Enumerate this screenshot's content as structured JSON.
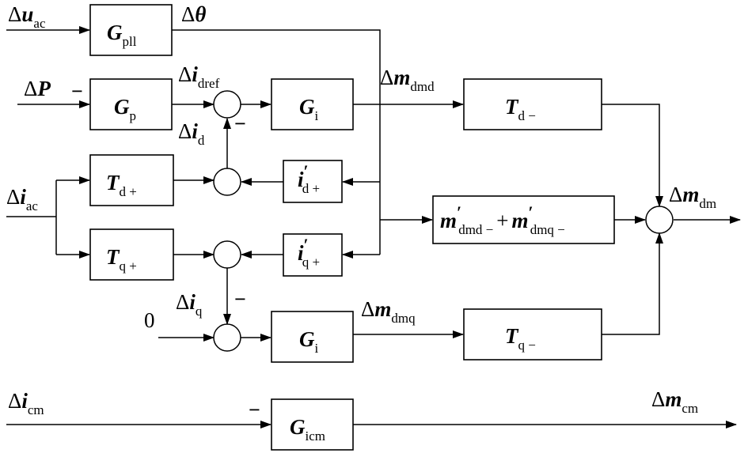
{
  "delta": "Δ",
  "minus": "−",
  "plus": "+",
  "prime": "′",
  "signals": {
    "u_ac": {
      "sym": "u",
      "sub": "ac"
    },
    "theta": {
      "sym": "θ"
    },
    "P": {
      "sym": "P"
    },
    "i_dref": {
      "sym": "i",
      "sub": "dref"
    },
    "i_d": {
      "sym": "i",
      "sub": "d"
    },
    "m_dmd": {
      "sym": "m",
      "sub": "dmd"
    },
    "i_ac": {
      "sym": "i",
      "sub": "ac"
    },
    "m_dm": {
      "sym": "m",
      "sub": "dm"
    },
    "i_q": {
      "sym": "i",
      "sub": "q"
    },
    "zero": "0",
    "m_dmq": {
      "sym": "m",
      "sub": "dmq"
    },
    "i_cm": {
      "sym": "i",
      "sub": "cm"
    },
    "m_cm": {
      "sym": "m",
      "sub": "cm"
    }
  },
  "blocks": {
    "G_pll": {
      "sym": "G",
      "sub": "pll"
    },
    "G_p": {
      "sym": "G",
      "sub": "p"
    },
    "G_i_d": {
      "sym": "G",
      "sub": "i"
    },
    "T_d_minus": {
      "sym": "T",
      "sub": "d −"
    },
    "T_d_plus": {
      "sym": "T",
      "sub": "d +"
    },
    "i_d_plus_prime": {
      "sym": "i",
      "sub": "d +"
    },
    "m_sum_block": {
      "sym1": "m",
      "sub1": "dmd −",
      "op": "+",
      "sym2": "m",
      "sub2": "dmq −"
    },
    "T_q_plus": {
      "sym": "T",
      "sub": "q +"
    },
    "i_q_plus_prime": {
      "sym": "i",
      "sub": "q +"
    },
    "G_i_q": {
      "sym": "G",
      "sub": "i"
    },
    "T_q_minus": {
      "sym": "T",
      "sub": "q −"
    },
    "G_icm": {
      "sym": "G",
      "sub": "icm"
    }
  }
}
